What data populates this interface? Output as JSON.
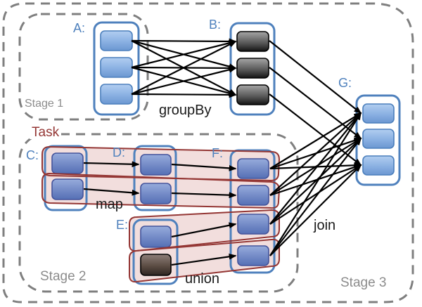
{
  "stages": [
    {
      "id": "stage-1",
      "label": "Stage 1"
    },
    {
      "id": "stage-2",
      "label": "Stage 2"
    },
    {
      "id": "stage-3",
      "label": "Stage 3"
    }
  ],
  "task_label": "Task",
  "rdds": [
    {
      "key": "a",
      "label": "A:",
      "partitions": 3,
      "partition_style": "bright-blue",
      "stage": "Stage 1"
    },
    {
      "key": "b",
      "label": "B:",
      "partitions": 3,
      "partition_style": "dark-gray",
      "stage": "Stage 1"
    },
    {
      "key": "c",
      "label": "C:",
      "partitions": 2,
      "partition_style": "muted-blue",
      "stage": "Stage 2"
    },
    {
      "key": "d",
      "label": "D:",
      "partitions": 2,
      "partition_style": "muted-blue",
      "stage": "Stage 2"
    },
    {
      "key": "e",
      "label": "E:",
      "partitions": 2,
      "partition_style": "muted-blue + dark-brown",
      "stage": "Stage 2"
    },
    {
      "key": "f",
      "label": "F:",
      "partitions": 4,
      "partition_style": "muted-blue",
      "stage": "Stage 2"
    },
    {
      "key": "g",
      "label": "G:",
      "partitions": 3,
      "partition_style": "bright-blue",
      "stage": "Stage 3"
    }
  ],
  "operations": [
    {
      "key": "group_by",
      "label": "groupBy",
      "from": "A",
      "to": "B",
      "dependency": "wide"
    },
    {
      "key": "map",
      "label": "map",
      "from": "C",
      "to": "D",
      "dependency": "narrow"
    },
    {
      "key": "union",
      "label": "union",
      "from": "D,E",
      "to": "F",
      "dependency": "narrow"
    },
    {
      "key": "join",
      "label": "join",
      "from": "B,F",
      "to": "G",
      "dependency": "B narrow, F wide"
    }
  ],
  "task_bands": 4,
  "colors": {
    "container_border": "#4f81bd",
    "rdd_label_blue": "#4f81bd",
    "stage_dash_gray": "#7f7f7f",
    "stage_label_gray": "#8c8c8c",
    "task_red": "#943634",
    "band_fill_pink": "#f2dedd",
    "arrow_black": "#000000"
  }
}
